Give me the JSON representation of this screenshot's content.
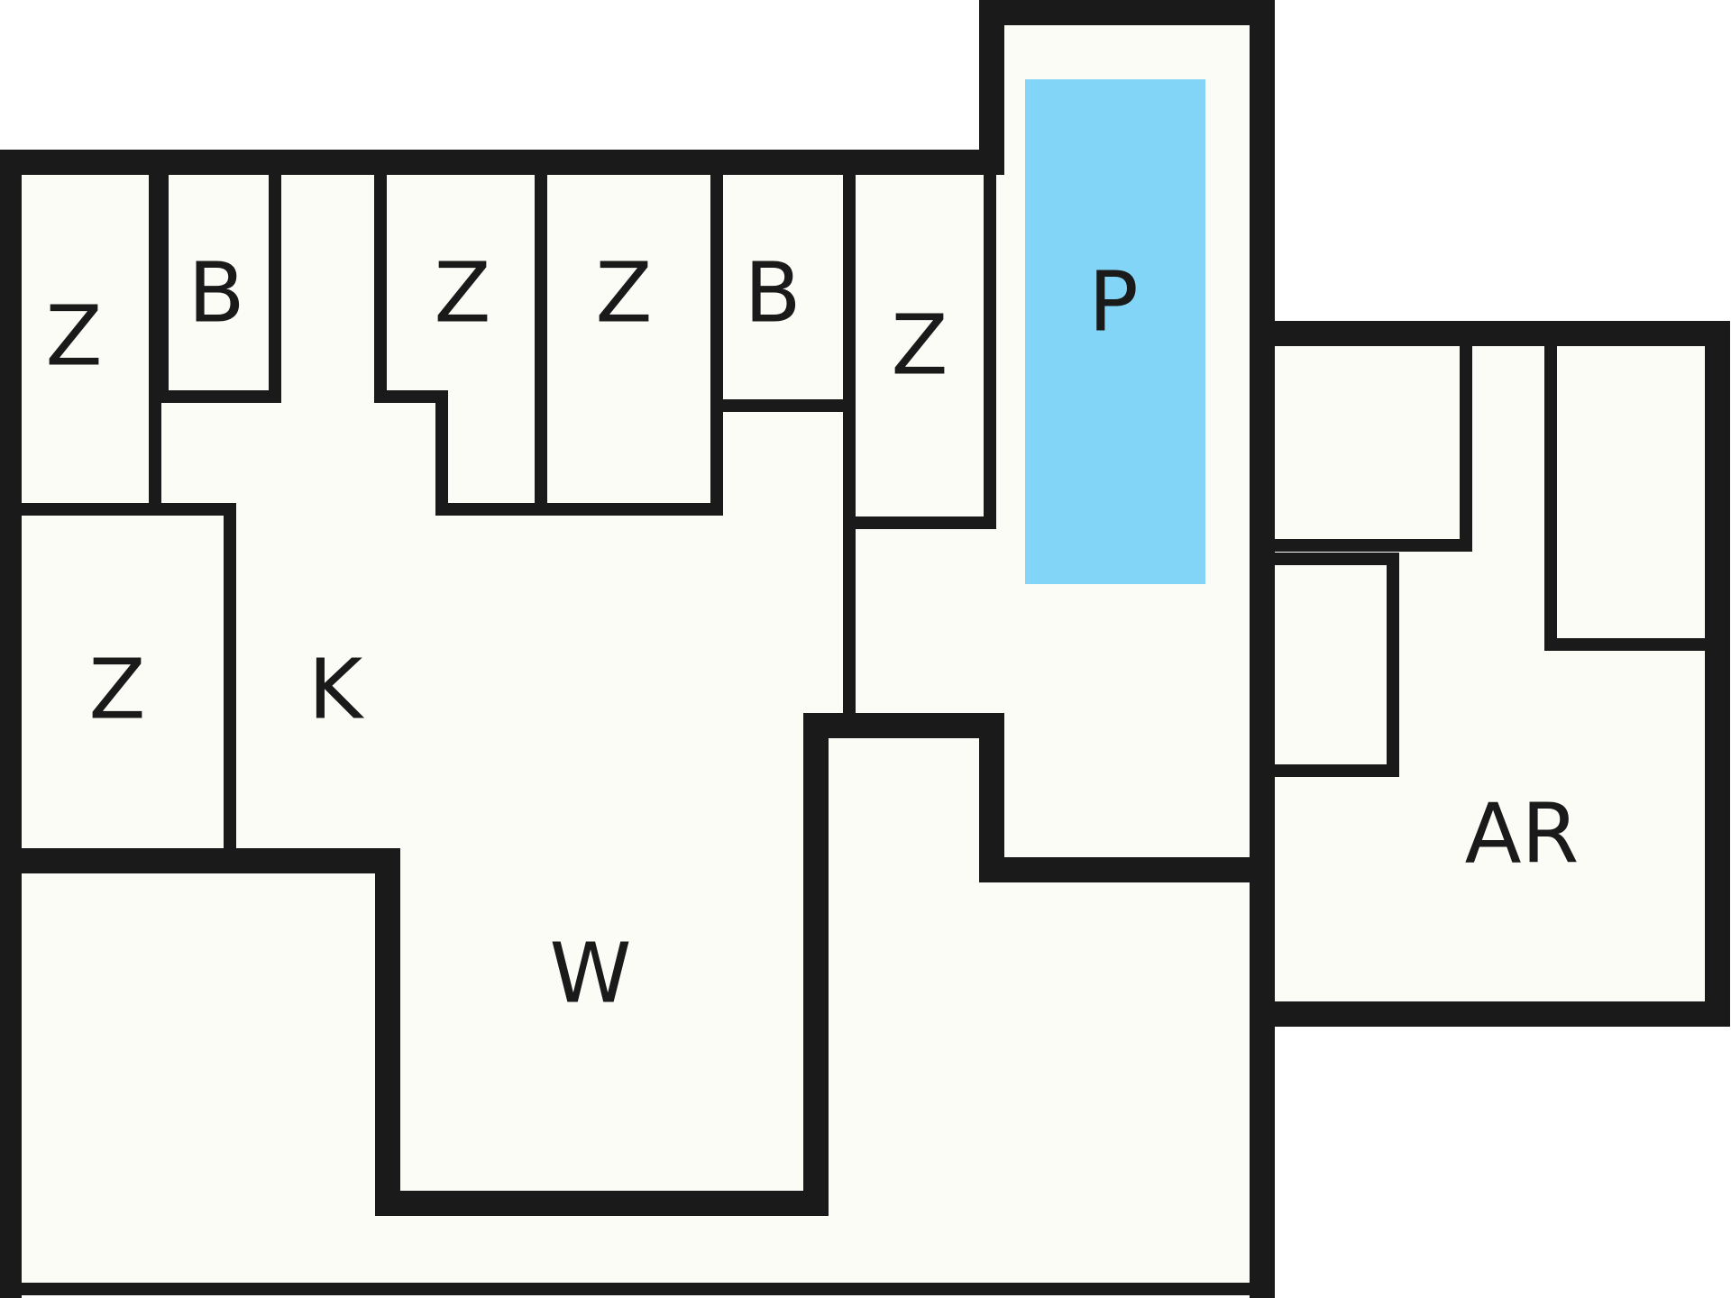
{
  "colors": {
    "background": "#ffffff",
    "floor": "#fcfcf6",
    "wall": "#1a1a1a",
    "highlight": "#82d5f6"
  },
  "rooms": {
    "z1": "Z",
    "b1": "B",
    "z2": "Z",
    "z3": "Z",
    "b2": "B",
    "z4": "Z",
    "p": "P",
    "z5": "Z",
    "k": "K",
    "w": "W",
    "ar": "AR"
  }
}
